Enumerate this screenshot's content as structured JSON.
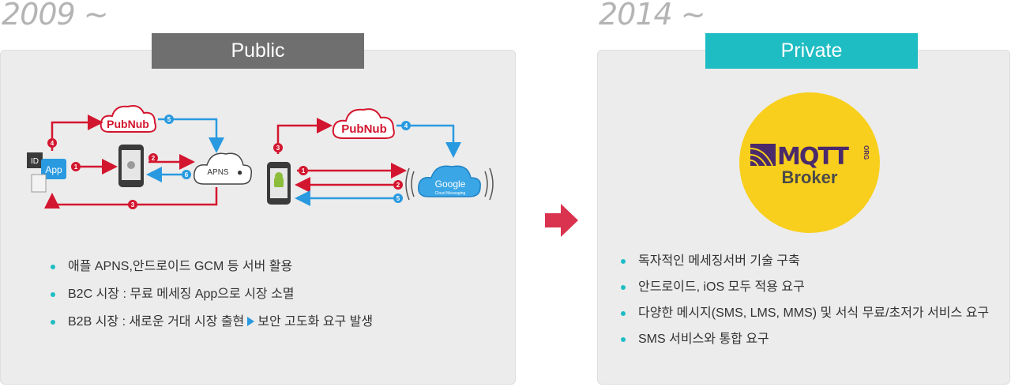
{
  "left": {
    "year": "2009 ~",
    "tag": "Public",
    "bullets": [
      "애플 APNS,안드로이드 GCM  등 서버 활용",
      "B2C 시장 : 무료 메세징 App으로 시장 소멸"
    ],
    "bullet3_before": "B2B 시장 : 새로운 거대 시장 출현",
    "bullet3_after": "보안 고도화 요구 발생",
    "diagram": {
      "pubnub": "PubNub",
      "apns": "APNS",
      "app": "App",
      "id": "ID",
      "steps": [
        "1",
        "2",
        "3",
        "4",
        "5",
        "6"
      ]
    },
    "diagram2": {
      "pubnub": "PubNub",
      "google": "Google",
      "google_sub": "Cloud Messaging",
      "steps": [
        "1",
        "2",
        "3",
        "4",
        "5"
      ]
    }
  },
  "right": {
    "year": "2014 ~",
    "tag": "Private",
    "logo": "MQTT",
    "logo_org": "ORG",
    "broker": "Broker",
    "bullets": [
      "독자적인 메세징서버 기술 구축",
      "안드로이드, iOS 모두 적용 요구",
      "다양한 메시지(SMS, LMS, MMS) 및 서식 무료/초저가 서비스 요구",
      "SMS 서비스와 통합 요구"
    ]
  },
  "colors": {
    "public_tag": "#6f6f6f",
    "private_tag": "#1ebdc3",
    "red": "#d3162f",
    "blue": "#2a9ae0",
    "mqtt_yellow": "#f8cf1c",
    "arrow": "#d9334f"
  }
}
